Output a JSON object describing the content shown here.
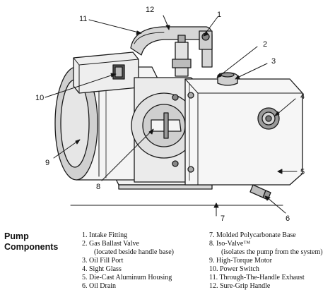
{
  "title_lines": [
    "Pump",
    "Components"
  ],
  "callouts": [
    "1",
    "2",
    "3",
    "4",
    "5",
    "6",
    "7",
    "8",
    "9",
    "10",
    "11",
    "12"
  ],
  "legend_left": [
    {
      "text": "1. Intake Fitting"
    },
    {
      "text": "2. Gas Ballast Valve",
      "sub": "(located beside handle base)"
    },
    {
      "text": "3. Oil Fill Port"
    },
    {
      "text": "4. Sight Glass"
    },
    {
      "text": "5. Die-Cast Aluminum Housing"
    },
    {
      "text": "6. Oil Drain"
    }
  ],
  "legend_right": [
    {
      "text": "7. Molded Polycarbonate Base"
    },
    {
      "text": "8. Iso-Valve™",
      "sub": "(isolates the pump from the system)"
    },
    {
      "text": "9. High-Torque Motor"
    },
    {
      "text": "10. Power Switch"
    },
    {
      "text": "11. Through-The-Handle Exhaust"
    },
    {
      "text": "12. Sure-Grip Handle"
    }
  ]
}
